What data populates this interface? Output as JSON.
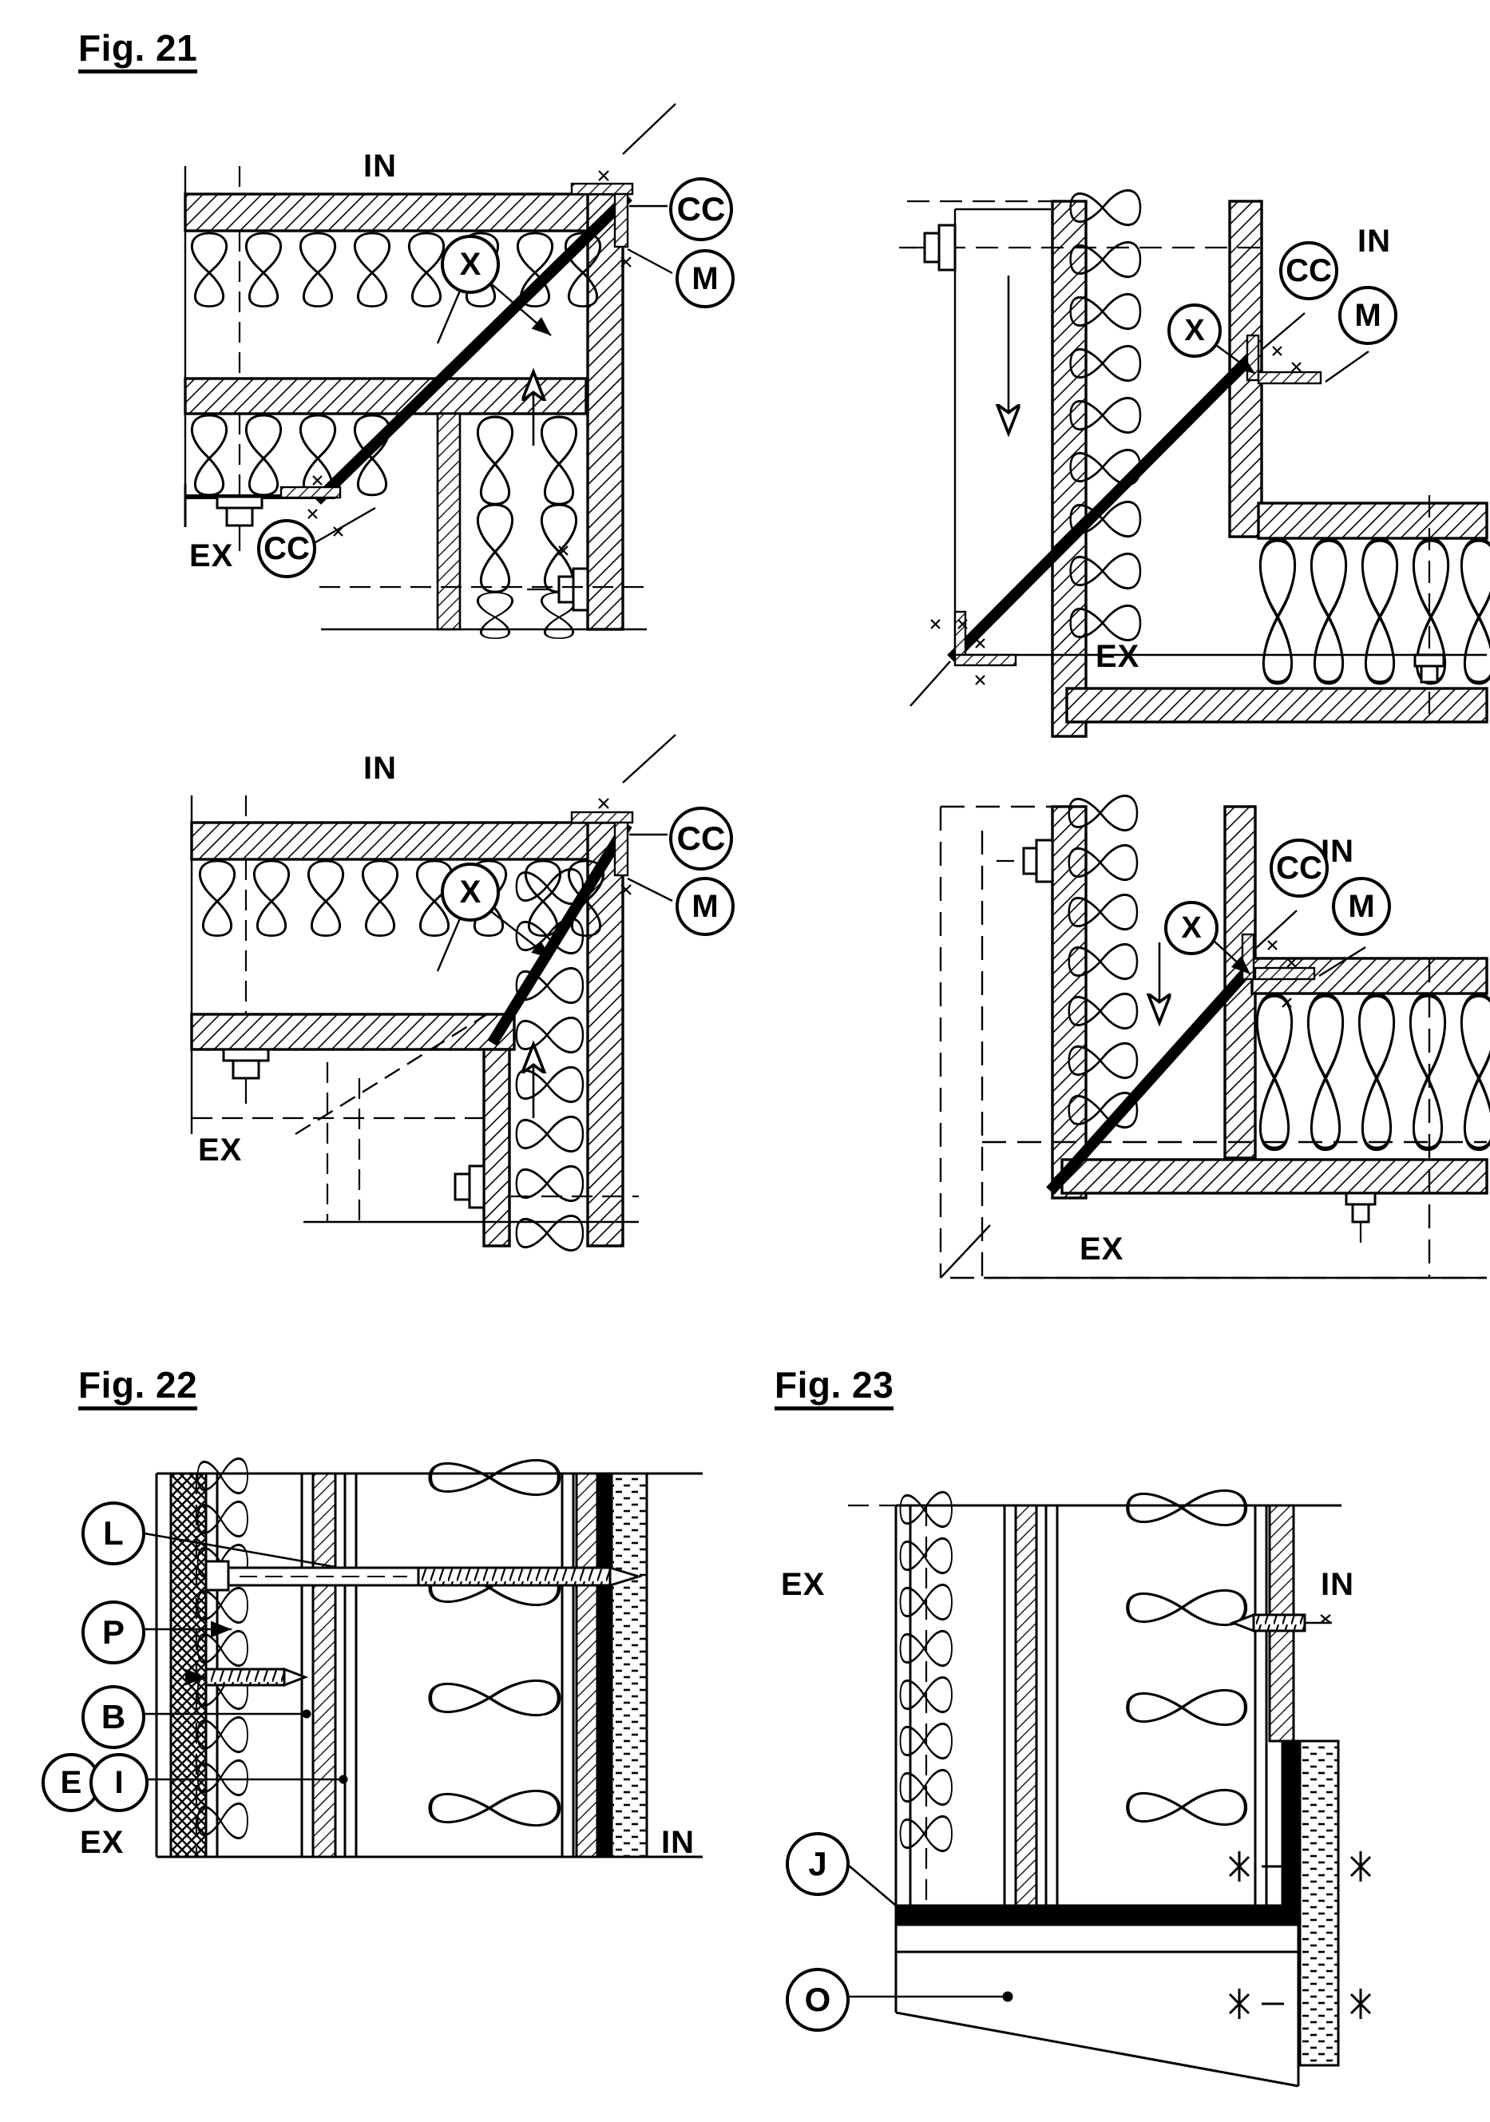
{
  "document": {
    "type": "patent-drawing-sheet",
    "figures": [
      {
        "id": "fig21",
        "title": "Fig. 21",
        "panels": [
          {
            "id": "fig21-panel-tl",
            "position": "top-left",
            "orientation_labels": {
              "inside": "IN",
              "outside": "EX"
            },
            "callouts": [
              {
                "tag": "CC",
                "target": "clamping-collar"
              },
              {
                "tag": "M",
                "target": "membrane-edge"
              },
              {
                "tag": "X",
                "target": "airtight-membrane-layer"
              },
              {
                "tag": "CC",
                "target": "clamping-collar-lower"
              }
            ]
          },
          {
            "id": "fig21-panel-tr",
            "position": "top-right",
            "orientation_labels": {
              "inside": "IN",
              "outside": "EX"
            },
            "callouts": [
              {
                "tag": "CC",
                "target": "clamping-collar"
              },
              {
                "tag": "M",
                "target": "membrane-edge"
              },
              {
                "tag": "X",
                "target": "airtight-membrane-layer"
              }
            ]
          },
          {
            "id": "fig21-panel-bl",
            "position": "bottom-left",
            "orientation_labels": {
              "inside": "IN",
              "outside": "EX"
            },
            "callouts": [
              {
                "tag": "CC",
                "target": "clamping-collar"
              },
              {
                "tag": "M",
                "target": "membrane-edge"
              },
              {
                "tag": "X",
                "target": "airtight-membrane-layer"
              }
            ]
          },
          {
            "id": "fig21-panel-br",
            "position": "bottom-right",
            "orientation_labels": {
              "inside": "IN",
              "outside": "EX"
            },
            "callouts": [
              {
                "tag": "CC",
                "target": "clamping-collar"
              },
              {
                "tag": "M",
                "target": "membrane-edge"
              },
              {
                "tag": "X",
                "target": "airtight-membrane-layer"
              }
            ]
          }
        ]
      },
      {
        "id": "fig22",
        "title": "Fig. 22",
        "orientation_labels": {
          "outside": "EX",
          "inside": "IN"
        },
        "callouts": [
          {
            "tag": "L",
            "target": "fastener-screw-long"
          },
          {
            "tag": "P",
            "target": "outer-mesh-render-layer"
          },
          {
            "tag": "B",
            "target": "short-anchor-screw"
          },
          {
            "tag": "E",
            "target": "outer-cladding-panel"
          },
          {
            "tag": "I",
            "target": "outer-insulation-batt"
          }
        ]
      },
      {
        "id": "fig23",
        "title": "Fig. 23",
        "orientation_labels": {
          "outside": "EX",
          "inside": "IN"
        },
        "callouts": [
          {
            "tag": "J",
            "target": "base-sealing-strip"
          },
          {
            "tag": "O",
            "target": "foundation-slab-edge"
          }
        ]
      }
    ],
    "legend_symbols": {
      "IN": "interior side",
      "EX": "exterior side",
      "hatch-45": "section hatching",
      "insulation-loops": "mineral wool insulation",
      "thick-black-line": "airtight membrane"
    },
    "colors": {
      "ink": "#000000",
      "paper": "#ffffff"
    }
  }
}
